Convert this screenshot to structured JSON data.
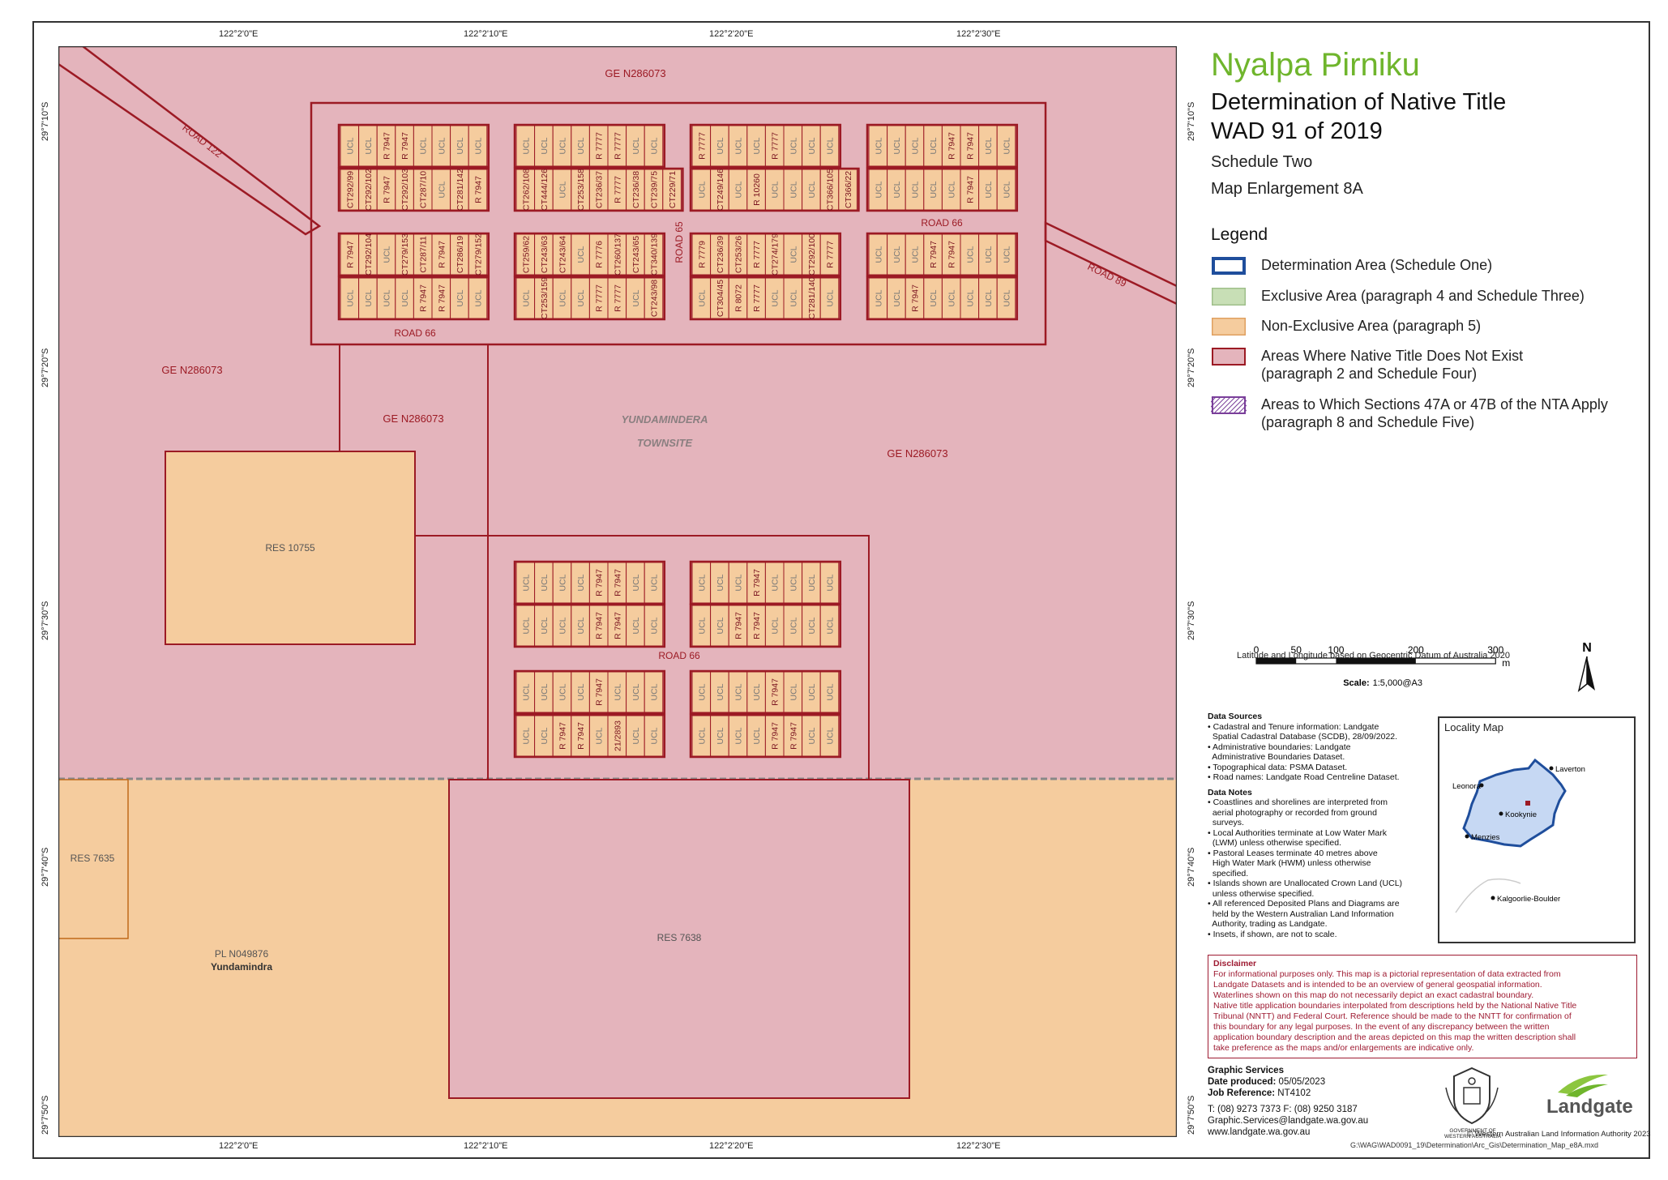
{
  "title": {
    "name": "Nyalpa Pirniku",
    "line1": "Determination of Native Title",
    "line2": "WAD 91 of 2019",
    "schedule": "Schedule Two",
    "enlargement": "Map Enlargement 8A"
  },
  "colors": {
    "pink": "#e4b4bc",
    "orange": "#f5cc9e",
    "line": "#9c1a24",
    "title_green": "#6fb52c"
  },
  "legend": {
    "heading": "Legend",
    "items": [
      {
        "label": "Determination Area (Schedule One)",
        "fill": "#ffffff",
        "stroke": "#1f4e9c",
        "sw": 4
      },
      {
        "label": "Exclusive Area (paragraph 4 and Schedule Three)",
        "fill": "#c8dfb6",
        "stroke": "#9fbf8a",
        "sw": 1.5
      },
      {
        "label": "Non-Exclusive Area (paragraph 5)",
        "fill": "#f5cc9e",
        "stroke": "#e0a060",
        "sw": 1.5
      },
      {
        "label": "Areas Where Native Title Does Not Exist\n(paragraph 2 and Schedule Four)",
        "fill": "#e4b4bc",
        "stroke": "#9c1a24",
        "sw": 2
      },
      {
        "label": "Areas to Which Sections 47A or 47B of the NTA Apply\n(paragraph 8 and Schedule Five)",
        "fill": "#ffffff",
        "stroke": "#7a3f9a",
        "sw": 2,
        "hatch": true
      }
    ]
  },
  "coords": {
    "top": [
      "122°2'0\"E",
      "122°2'10\"E",
      "122°2'20\"E",
      "122°2'30\"E"
    ],
    "bottom": [
      "122°2'0\"E",
      "122°2'10\"E",
      "122°2'20\"E",
      "122°2'30\"E"
    ],
    "left": [
      "29°7'10\"S",
      "29°7'20\"S",
      "29°7'30\"S",
      "29°7'40\"S",
      "29°7'50\"S"
    ],
    "right": [
      "29°7'10\"S",
      "29°7'20\"S",
      "29°7'30\"S",
      "29°7'40\"S",
      "29°7'50\"S"
    ]
  },
  "map_labels": {
    "ge_top": "GE N286073",
    "ge_left": "GE N286073",
    "ge_mid": "GE N286073",
    "ge_right": "GE N286073",
    "road122": "ROAD 122",
    "road89": "ROAD 89",
    "road66_a": "ROAD 66",
    "road66_b": "ROAD 66",
    "road66_c": "ROAD 66",
    "road65": "ROAD 65",
    "townsite1": "YUNDAMINDERA",
    "townsite2": "TOWNSITE",
    "res10755": "RES 10755",
    "res7635": "RES 7635",
    "res7638": "RES 7638",
    "pl": "PL N049876",
    "pl_name": "Yundamindra"
  },
  "lot_rows": [
    [
      "UCL",
      "UCL",
      "R 7947",
      "R 7947",
      "UCL",
      "UCL",
      "UCL",
      "UCL"
    ],
    [
      "CT292/99",
      "CT292/102",
      "R 7947",
      "CT292/103",
      "CT287/10",
      "UCL",
      "CT281/142",
      "R 7947"
    ],
    [
      "R 7947",
      "CT292/104",
      "UCL",
      "CT279/153",
      "CT287/11",
      "R 7947",
      "CT286/19",
      "CT279/152"
    ],
    [
      "UCL",
      "UCL",
      "UCL",
      "UCL",
      "R 7947",
      "R 7947",
      "UCL",
      "UCL"
    ],
    [
      "UCL",
      "UCL",
      "UCL",
      "UCL",
      "R 7777",
      "R 7777",
      "UCL",
      "UCL"
    ],
    [
      "CT262/108",
      "CT444/126",
      "UCL",
      "CT253/158",
      "CT236/37",
      "R 7777",
      "CT236/38",
      "CT239/75",
      "CT229/71"
    ],
    [
      "CT259/62",
      "CT243/63",
      "CT243/64",
      "UCL",
      "R 7776",
      "CT260/137",
      "CT243/65",
      "CT340/139"
    ],
    [
      "UCL",
      "CT253/159",
      "UCL",
      "UCL",
      "R 7777",
      "R 7777",
      "UCL",
      "CT243/98"
    ],
    [
      "R 7777",
      "UCL",
      "UCL",
      "UCL",
      "R 7777",
      "UCL",
      "UCL",
      "UCL"
    ],
    [
      "UCL",
      "CT249/146",
      "UCL",
      "R 10260",
      "UCL",
      "UCL",
      "UCL",
      "CT366/105",
      "CT366/22"
    ],
    [
      "R 7779",
      "CT236/39",
      "CT253/26",
      "R 7777",
      "CT274/179",
      "UCL",
      "CT292/100",
      "R 7777"
    ],
    [
      "UCL",
      "CT304/45",
      "R 8072",
      "R 7777",
      "UCL",
      "UCL",
      "CT281/140",
      "UCL"
    ],
    [
      "UCL",
      "UCL",
      "UCL",
      "UCL",
      "R 7947",
      "R 7947",
      "UCL",
      "UCL"
    ],
    [
      "UCL",
      "UCL",
      "UCL",
      "UCL",
      "UCL",
      "R 7947",
      "UCL",
      "UCL"
    ],
    [
      "UCL",
      "UCL",
      "UCL",
      "R 7947",
      "R 7947",
      "UCL",
      "UCL",
      "UCL"
    ],
    [
      "UCL",
      "UCL",
      "R 7947",
      "UCL",
      "UCL",
      "UCL",
      "UCL",
      "UCL"
    ],
    [
      "UCL",
      "UCL",
      "UCL",
      "UCL",
      "R 7947",
      "R 7947",
      "UCL",
      "UCL"
    ],
    [
      "UCL",
      "UCL",
      "UCL",
      "UCL",
      "R 7947",
      "R 7947",
      "UCL",
      "UCL"
    ],
    [
      "UCL",
      "UCL",
      "UCL",
      "UCL",
      "R 7947",
      "UCL",
      "UCL",
      "UCL"
    ],
    [
      "UCL",
      "UCL",
      "R 7947",
      "R 7947",
      "UCL",
      "21/2893",
      "UCL",
      "UCL"
    ],
    [
      "UCL",
      "UCL",
      "UCL",
      "R 7947",
      "UCL",
      "UCL",
      "UCL",
      "UCL"
    ],
    [
      "UCL",
      "UCL",
      "R 7947",
      "R 7947",
      "UCL",
      "UCL",
      "UCL",
      "UCL"
    ],
    [
      "UCL",
      "UCL",
      "UCL",
      "UCL",
      "R 7947",
      "UCL",
      "UCL",
      "UCL"
    ],
    [
      "UCL",
      "UCL",
      "UCL",
      "UCL",
      "R 7947",
      "R 7947",
      "UCL",
      "UCL"
    ]
  ],
  "scale_bar": {
    "ticks": [
      "0",
      "50",
      "100",
      "200",
      "300"
    ],
    "unit": "m",
    "scale_label": "Scale:",
    "scale_value": "1:5,000@A3",
    "datum": "Latitude and Longitude based on Geocentric Datum of Australia 2020",
    "north": "N"
  },
  "locality": {
    "title": "Locality Map",
    "towns": [
      "Laverton",
      "Leonora",
      "Kookynie",
      "Menzies",
      "Kalgoorlie-Boulder"
    ]
  },
  "data_sources": {
    "heading": "Data Sources",
    "lines": [
      "• Cadastral and Tenure information: Landgate",
      "  Spatial Cadastral Database (SCDB), 28/09/2022.",
      "• Administrative boundaries: Landgate",
      "  Administrative Boundaries Dataset.",
      "• Topographical data: PSMA Dataset.",
      "• Road names: Landgate Road Centreline Dataset."
    ]
  },
  "data_notes": {
    "heading": "Data Notes",
    "lines": [
      "• Coastlines and shorelines are interpreted from",
      "  aerial photography or recorded from ground",
      "  surveys.",
      "• Local Authorities terminate at Low Water Mark",
      "  (LWM) unless otherwise specified.",
      "• Pastoral Leases terminate 40 metres above",
      "  High Water Mark (HWM) unless otherwise",
      "  specified.",
      "• Islands shown are Unallocated Crown Land (UCL)",
      "  unless otherwise specified.",
      "• All referenced Deposited Plans and Diagrams are",
      "  held by the Western Australian Land Information",
      "  Authority, trading as Landgate.",
      "• Insets, if shown, are not to scale."
    ]
  },
  "disclaimer": {
    "heading": "Disclaimer",
    "lines": [
      "For informational purposes only. This map is a pictorial representation of data extracted from",
      "Landgate Datasets and is intended to be an overview of general geospatial information.",
      "Waterlines shown on this map do not necessarily depict an exact cadastral boundary.",
      "Native title application boundaries interpolated from descriptions held by the National Native Title",
      "Tribunal (NNTT) and Federal Court. Reference should be made to the NNTT for confirmation of",
      "this boundary for any legal purposes. In the event of any discrepancy between the written",
      "application boundary description and the areas depicted on this map the written description shall",
      "take preference as the maps and/or enlargements are indicative only."
    ]
  },
  "graphic_services": {
    "heading": "Graphic Services",
    "date_label": "Date produced:",
    "date_value": "05/05/2023",
    "job_label": "Job Reference:",
    "job_value": "NT4102",
    "phone": "T: (08) 9273 7373   F: (08) 9250 3187",
    "email": "Graphic.Services@landgate.wa.gov.au",
    "web": "www.landgate.wa.gov.au"
  },
  "footer": {
    "govt": "GOVERNMENT OF\nWESTERN AUSTRALIA",
    "landgate": "Landgate",
    "copyright": "© Western Australian Land Information Authority 2023",
    "path": "G:\\WAG\\WAD0091_19\\Determination\\Arc_Gis\\Determination_Map_e8A.mxd"
  }
}
